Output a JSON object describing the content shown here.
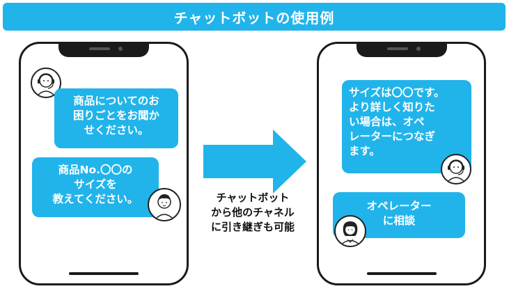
{
  "title": "チャットボットの使用例",
  "left_phone": {
    "bubble_question": "商品についてのお\n困りごとをお聞か\nせください。",
    "bubble_user": "商品No.〇〇の\nサイズを\n教えてください。"
  },
  "arrow": {
    "caption": "チャットボット\nから他のチャネル\nに引き継ぎも可能"
  },
  "right_phone": {
    "bubble_bot": "サイズは〇〇です。\nより詳しく知りた\nい場合は、オペ\nレーターにつなぎ\nます。",
    "bubble_operator": "オペレーター\nに相談"
  },
  "colors": {
    "accent": "#21b4ea",
    "outline": "#1a1a1a"
  },
  "icons": {
    "chatbot_avatar": "headset-bot-icon",
    "user_avatar": "person-icon",
    "operator_avatar": "operator-icon",
    "arrow": "right-arrow-icon"
  }
}
